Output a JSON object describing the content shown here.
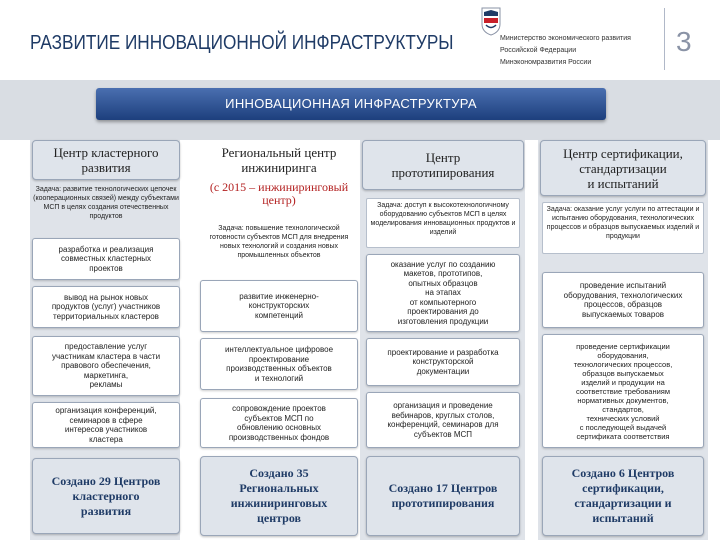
{
  "header": {
    "title": "РАЗВИТИЕ ИННОВАЦИОННОЙ ИНФРАСТРУКТУРЫ",
    "ministry_line1": "Министерство экономического развития",
    "ministry_line2": "Российской Федерации",
    "ministry_line3": "Минэкономразвития России",
    "page_number": "3"
  },
  "banner": {
    "label": "ИННОВАЦИОННАЯ ИНФРАСТРУКТУРА"
  },
  "columns": [
    {
      "title": "Центр кластерного\nразвития",
      "task": "Задача: развитие технологических цепочек (кооперационных связей) между субъектами МСП в целях создания отечественных продуктов",
      "items": [
        "разработка и реализация\nсовместных кластерных\nпроектов",
        "вывод на рынок новых\nпродуктов (услуг) участников\nтерриториальных кластеров",
        "предоставление услуг\nучастникам кластера в части\nправового обеспечения,\nмаркетинга,\nрекламы",
        "организация конференций,\nсеминаров в сфере\nинтересов участников\nкластера"
      ],
      "created": "Создано 29 Центров\nкластерного\nразвития"
    },
    {
      "title": "Региональный центр\nинжиниринга",
      "subtitle": "(с 2015 – инжиниринговый\nцентр)",
      "task": "Задача: повышение технологической готовности субъектов МСП для внедрения новых технологий и создания новых промышленных объектов",
      "items": [
        "развитие инженерно-\nконструкторских\nкомпетенций",
        "интеллектуальное цифровое\nпроектирование\nпроизводственных объектов\nи технологий",
        "сопровождение проектов\nсубъектов МСП по\nобновлению основных\nпроизводственных фондов"
      ],
      "created": "Создано 35\nРегиональных\nинжиниринговых\nцентров"
    },
    {
      "title": "Центр\nпрототипирования",
      "task": "Задача: доступ к высокотехнологичному оборудованию субъектов МСП в целях моделирования инновационных продуктов и изделий",
      "items": [
        "оказание услуг по созданию\nмакетов, прототипов,\nопытных образцов\nна этапах\nот компьютерного\nпроектирования до\nизготовления продукции",
        "проектирование и разработка\nконструкторской\nдокументации",
        "организация и проведение\nвебинаров, круглых столов,\nконференций, семинаров для\nсубъектов МСП"
      ],
      "created": "Создано 17 Центров\nпрототипирования"
    },
    {
      "title": "Центр сертификации,\nстандартизации\nи испытаний",
      "task": "Задача: оказание услуг услуги по аттестации и испытанию оборудования, технологических процессов и образцов выпускаемых изделий и продукции",
      "items": [
        "проведение испытаний\nоборудования, технологических\nпроцессов, образцов\nвыпускаемых товаров",
        "проведение сертификации\nоборудования,\nтехнологических процессов,\nобразцов выпускаемых\nизделий и продукции на\nсоответствие требованиям\nнормативных документов,\nстандартов,\nтехнических условий\nс последующей выдачей\nсертификата соответствия"
      ],
      "created": "Создано 6 Центров\nсертификации,\nстандартизации и\nиспытаний"
    }
  ],
  "colors": {
    "title": "#1f3b66",
    "banner": "#1d3f7d",
    "subtitle_red": "#b32020",
    "panel": "#dfe4eb"
  }
}
